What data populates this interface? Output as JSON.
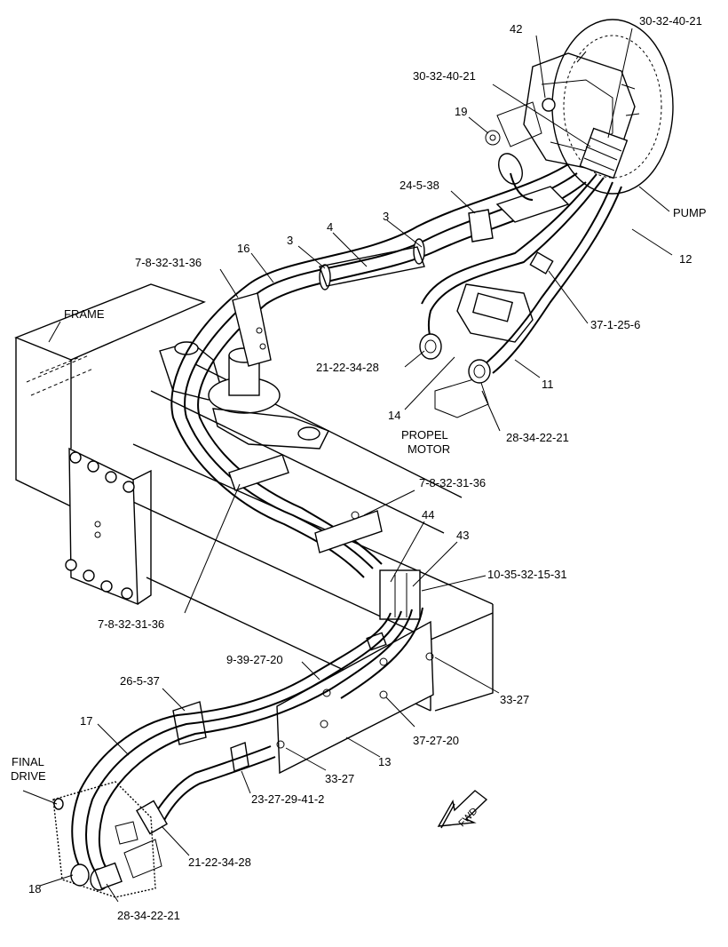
{
  "labels": {
    "l_42": "42",
    "l_30_32_40_21_top": "30-32-40-21",
    "l_30_32_40_21": "30-32-40-21",
    "l_19": "19",
    "l_24_5_38": "24-5-38",
    "l_3a": "3",
    "l_4": "4",
    "l_3b": "3",
    "l_16": "16",
    "l_7_8_32_31_36_a": "7-8-32-31-36",
    "l_pump": "PUMP",
    "l_12": "12",
    "l_frame": "FRAME",
    "l_37_1_25_6": "37-1-25-6",
    "l_21_22_34_28_a": "21-22-34-28",
    "l_11": "11",
    "l_14": "14",
    "l_propel": "PROPEL",
    "l_motor": "MOTOR",
    "l_28_34_22_21_a": "28-34-22-21",
    "l_7_8_32_31_36_b": "7-8-32-31-36",
    "l_44": "44",
    "l_43": "43",
    "l_10_35_32_15_31": "10-35-32-15-31",
    "l_7_8_32_31_36_c": "7-8-32-31-36",
    "l_9_39_27_20": "9-39-27-20",
    "l_26_5_37": "26-5-37",
    "l_33_27_a": "33-27",
    "l_17": "17",
    "l_37_27_20": "37-27-20",
    "l_final": "FINAL",
    "l_drive": "DRIVE",
    "l_13": "13",
    "l_33_27_b": "33-27",
    "l_23_27_29_41_2": "23-27-29-41-2",
    "l_fwd": "FWD",
    "l_21_22_34_28_b": "21-22-34-28",
    "l_18": "18",
    "l_28_34_22_21_b": "28-34-22-21"
  }
}
